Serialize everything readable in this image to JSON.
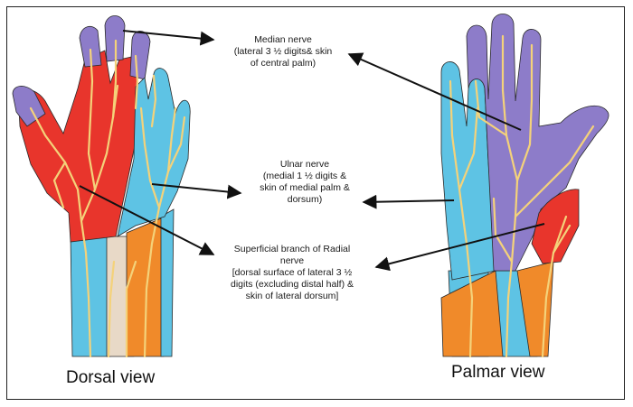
{
  "labels": {
    "median": {
      "lines": [
        "Median  nerve",
        "(lateral 3 ½ digits& skin",
        "of central palm)"
      ],
      "color": "#8a7ac8"
    },
    "ulnar": {
      "lines": [
        "Ulnar nerve",
        "(medial 1 ½ digits &",
        "skin of medial palm &",
        "dorsum)"
      ],
      "color": "#5bbfe0"
    },
    "radial": {
      "lines": [
        "Superficial branch of Radial",
        "nerve",
        "[dorsal surface of lateral 3 ½",
        "digits (excluding distal half) &",
        "skin of lateral dorsum]"
      ],
      "color": "#e8332b"
    }
  },
  "views": {
    "dorsal": "Dorsal  view",
    "palmar": "Palmar view"
  },
  "colors": {
    "median": "#8d7cc9",
    "ulnar": "#5ec3e4",
    "radial": "#e8352c",
    "forearm_orange": "#f08a2a",
    "forearm_beige": "#e8d9c7",
    "nerve_yellow": "#f4d27a",
    "outline": "#2a2a2a"
  }
}
